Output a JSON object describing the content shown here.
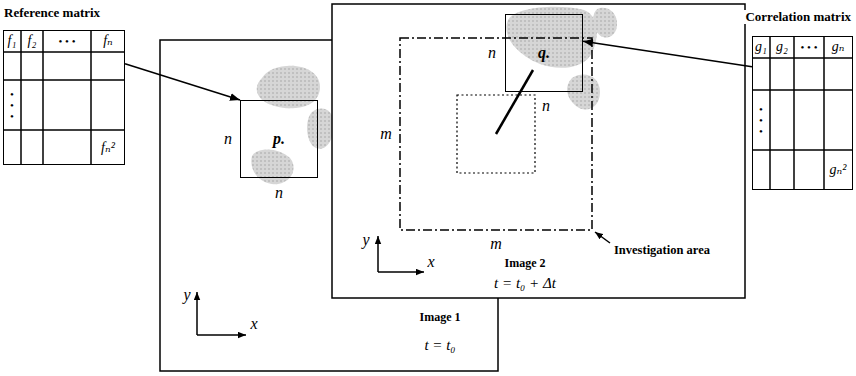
{
  "diagram": {
    "nodes": [
      {
        "text": [
          "Reference matrix"
        ]
      },
      {
        "text": [
          "Image 1",
          "t = t₀"
        ]
      },
      {
        "text": [
          "p."
        ],
        "in": 1
      },
      {
        "text": [
          "Image 2",
          "t = t₀ + Δt"
        ]
      },
      {
        "text": [
          "q."
        ],
        "in": 3
      },
      {
        "text": [
          "Correlation matrix"
        ]
      }
    ],
    "edges": [
      {
        "from": 0,
        "to": 2,
        "arrow": "to"
      },
      {
        "from": 5,
        "to": 4,
        "arrow": "to"
      }
    ],
    "labels": [
      "f₁",
      "f₂",
      "• • •",
      "fₙ",
      "• • •",
      "fₙ²",
      "n",
      "n",
      "y",
      "x",
      "n",
      "n",
      "m",
      "m",
      "y",
      "x",
      "Investigation area",
      "g₁",
      "g₂",
      "• • •",
      "gₙ",
      "• • •",
      "gₙ²"
    ]
  }
}
